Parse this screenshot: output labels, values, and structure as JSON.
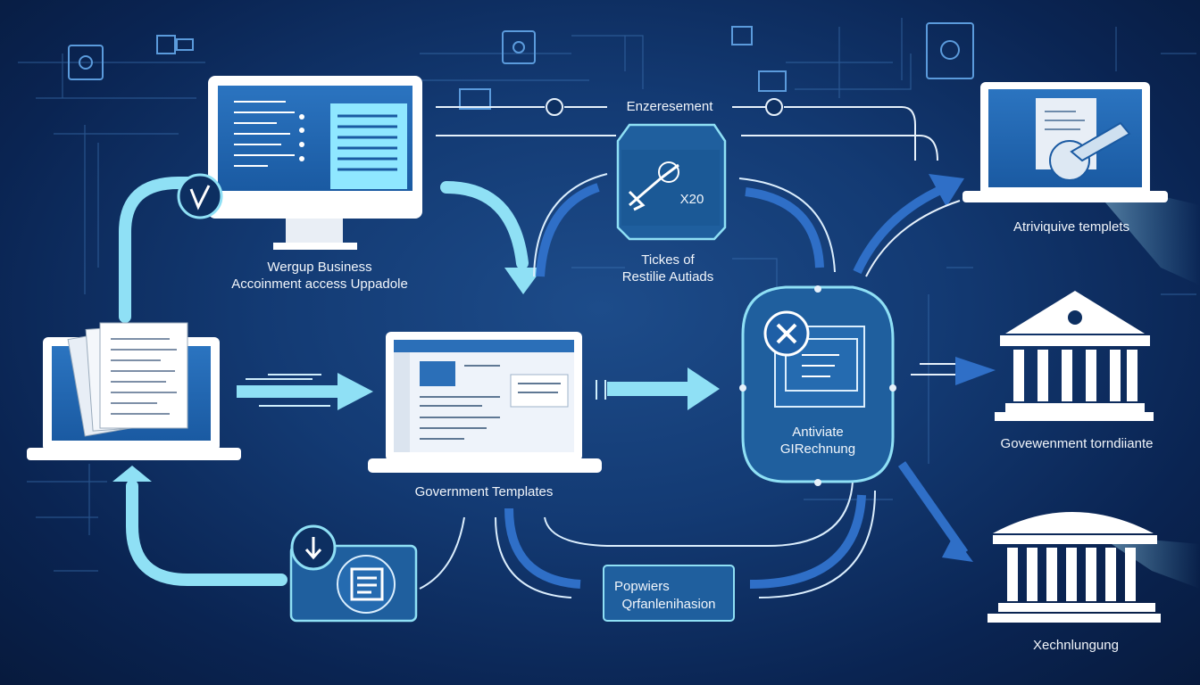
{
  "labels": {
    "top_monitor": [
      "Wergup Business",
      "Accoinment access Uppadole"
    ],
    "gov_templates": "Government Templates",
    "enz": "Enzeresement",
    "tickes": [
      "Tickes of",
      "Restilie Autiads"
    ],
    "x20": "X20",
    "activate": [
      "Antiviate",
      "GIRechnung"
    ],
    "right_laptop": "Atriviquive templets",
    "gov_right": "Govewenment torndiiante",
    "xech": "Xechnlungung",
    "popwiers": [
      "Popwiers",
      "Qrfanlenihasion"
    ]
  },
  "colors": {
    "bg_dark": "#0a2452",
    "panel": "#1f5f9e",
    "cyan": "#8fe0f5",
    "blue_arrow": "#2f6fc7",
    "white": "#ffffff"
  },
  "icons": [
    "chip-icon",
    "monitor-icon",
    "laptop-icon",
    "document-icon",
    "arrow-icon",
    "check-icon",
    "close-icon",
    "government-building-icon",
    "signature-icon",
    "download-icon",
    "file-icon"
  ]
}
